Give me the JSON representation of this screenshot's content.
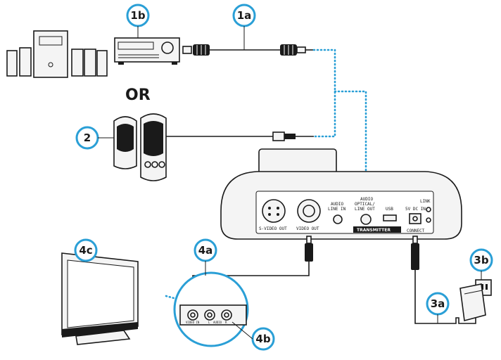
{
  "diagram": {
    "or_label": "OR",
    "callouts": {
      "c1a": "1a",
      "c1b": "1b",
      "c2": "2",
      "c3a": "3a",
      "c3b": "3b",
      "c4a": "4a",
      "c4b": "4b",
      "c4c": "4c"
    },
    "ports": {
      "svideo": "S-VIDEO OUT",
      "video": "VIDEO OUT",
      "audio_line_in_1": "AUDIO",
      "audio_line_in_2": "LINE IN",
      "optical_1": "AUDIO",
      "optical_2": "OPTICAL/",
      "optical_3": "LINE OUT",
      "usb": "USB",
      "dc": "5V DC IN",
      "link": "LINK",
      "connect": "CONNECT",
      "transmitter": "TRANSMITTER"
    },
    "tv_ports": {
      "video": "VIDEO IN",
      "audio_l": "L",
      "audio": "AUDIO",
      "audio_r": "R"
    },
    "colors": {
      "accent": "#2a9fd6",
      "ink": "#1a1a1a"
    }
  }
}
